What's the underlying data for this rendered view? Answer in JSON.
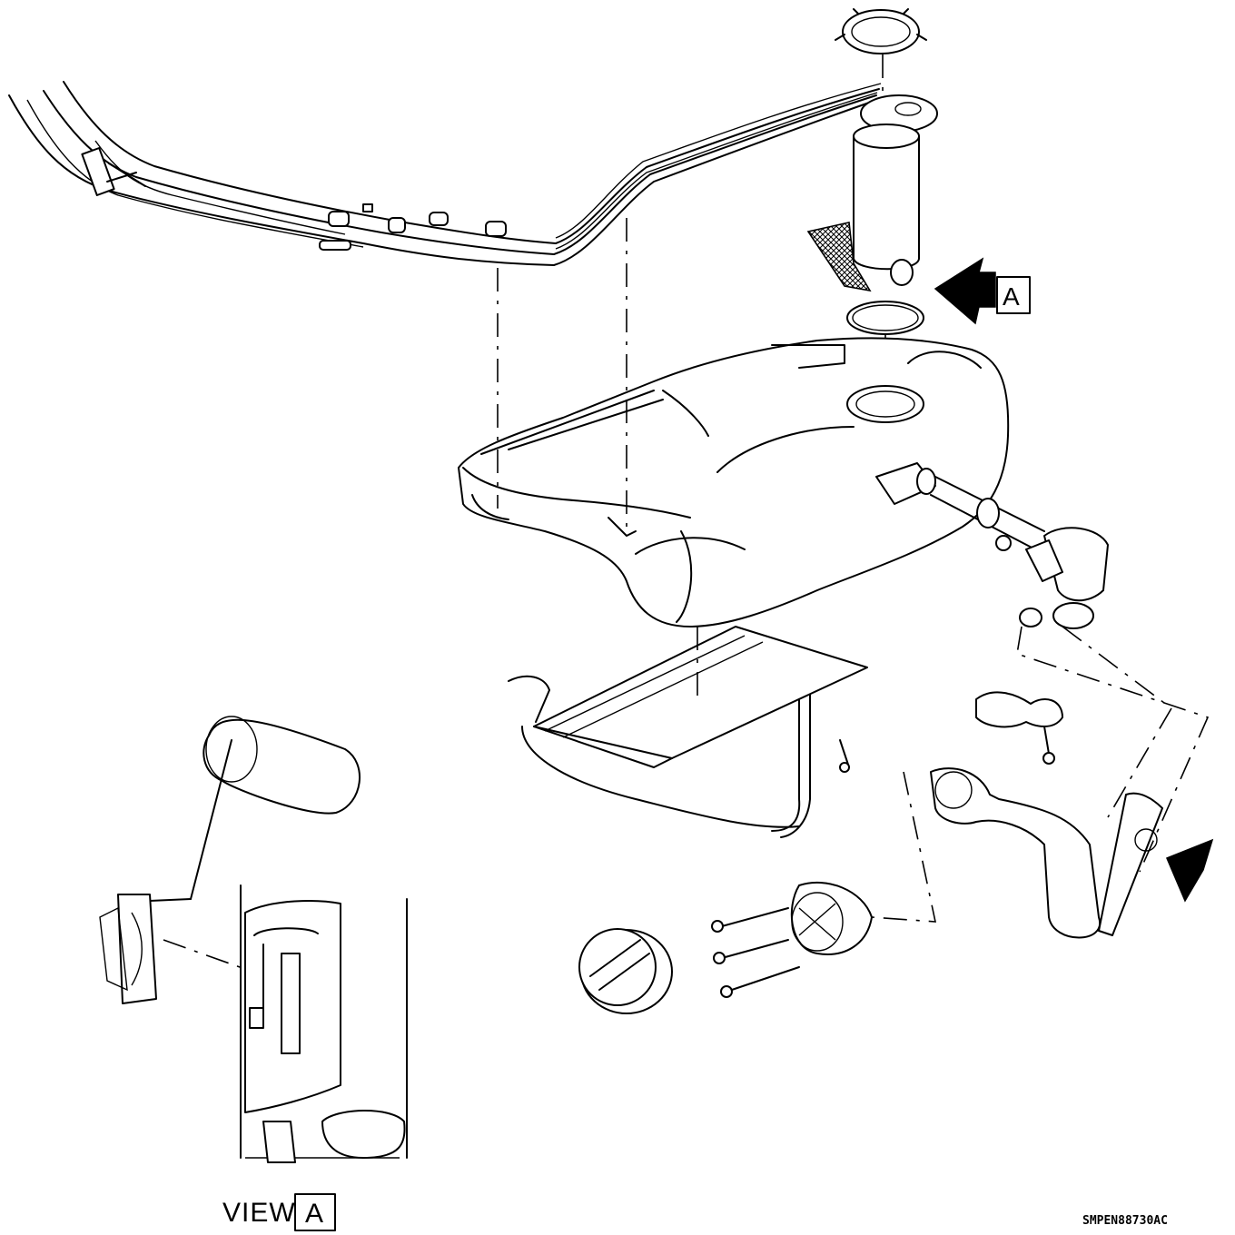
{
  "diagram": {
    "callout_letter": "A",
    "view_label_word": "VIEW",
    "view_label_letter": "A",
    "figure_code": "SMPEN88730AC"
  }
}
